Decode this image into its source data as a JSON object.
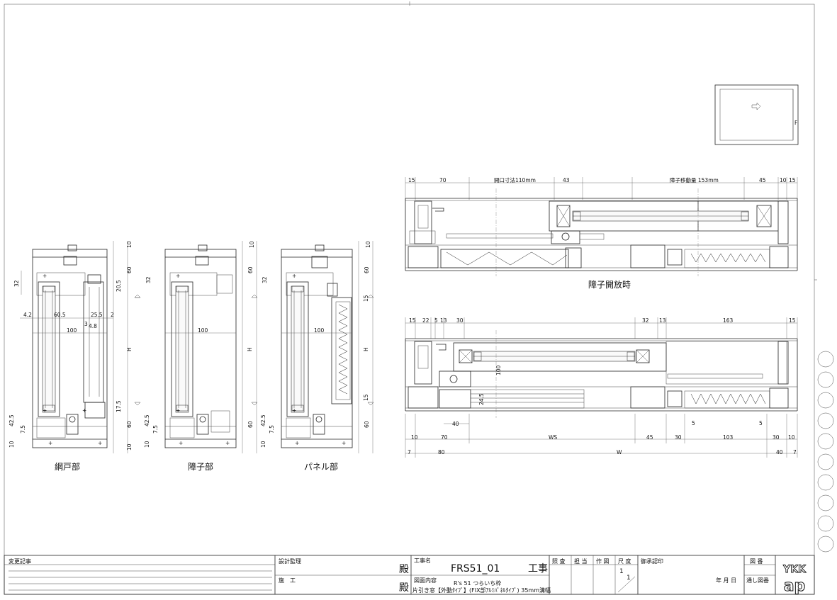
{
  "drawing": {
    "sections": {
      "net": "網戸部",
      "shoji": "障子部",
      "panel": "パネル部",
      "open_state": "障子開放時"
    },
    "dims_left": {
      "top10": "10",
      "d60": "60",
      "d32": "32",
      "d20_5": "20.5",
      "d4_2": "4.2",
      "d60_5": "60.5",
      "d25_5": "25.5",
      "d2": "2",
      "d3": "3",
      "d4_8": "4.8",
      "d100": "100",
      "H": "H",
      "d17_5": "17.5",
      "d42_5": "42.5",
      "d7_5": "7.5",
      "d15": "15"
    },
    "dims_top_plan": {
      "d15a": "15",
      "d70": "70",
      "opening": "開口寸法110mm",
      "d43": "43",
      "travel": "障子移動量 153mm",
      "d45": "45",
      "d10": "10",
      "d15b": "15"
    },
    "dims_bottom_plan": {
      "d15a": "15",
      "d22": "22",
      "d5": "5",
      "d13a": "13",
      "d30a": "30",
      "d32": "32",
      "d13b": "13",
      "d163": "163",
      "d15b": "15",
      "d40": "40",
      "d24_5": "24.5",
      "d100": "100",
      "r10a": "10",
      "r70": "70",
      "WS": "WS",
      "r45": "45",
      "r30a": "30",
      "r103": "103",
      "r30b": "30",
      "r10b": "10",
      "r5a": "5",
      "r5b": "5",
      "r7a": "7",
      "r80": "80",
      "W": "W",
      "r40": "40",
      "r7b": "7"
    },
    "key_plan": {
      "F": "F"
    }
  },
  "title_block": {
    "revision_label": "変更記事",
    "design_supervision": "設計監理",
    "construction": "施　工",
    "dono1": "殿",
    "dono2": "殿",
    "project_label": "工事名",
    "project_name": "FRS51_01",
    "project_suffix": "工事",
    "drawing_content_label": "図面内容",
    "content_line1": "R's 51 つらいち枠",
    "content_line2": "片引き窓【外動ﾀｲﾌﾟ】(FIX部ｱﾙﾐﾊﾟﾈﾙﾀｲﾌﾟ) 35mm溝幅",
    "check": "照 査",
    "charge": "担 当",
    "drawn": "作 図",
    "scale_label": "尺 度",
    "scale_num": "1",
    "scale_den": "1",
    "approval": "御承認印",
    "date": "年 月 日",
    "drawing_no_label": "図 番",
    "drawing_no": "通し図番",
    "logo_top": "YKK",
    "logo_bottom": "ap"
  }
}
